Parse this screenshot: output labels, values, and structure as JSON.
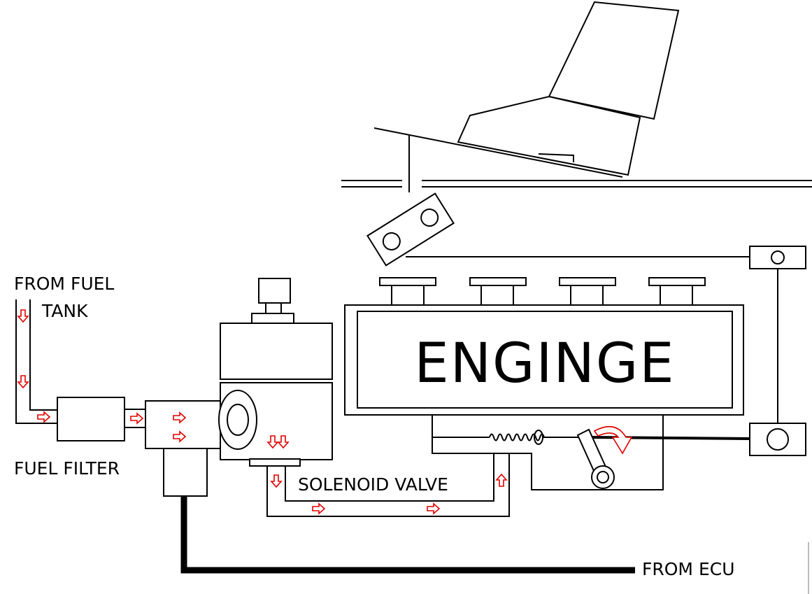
{
  "labels": {
    "from_fuel_tank_line1": "FROM FUEL",
    "from_fuel_tank_line2": "TANK",
    "fuel_filter": "FUEL FILTER",
    "solenoid_valve": "SOLENOID VALVE",
    "engine": "ENGINGE",
    "from_ecu": "FROM ECU"
  },
  "colors": {
    "flow_arrow": "#e00000",
    "line": "#000000",
    "background": "#ffffff"
  },
  "icons": [
    "flow-arrow-icon",
    "spring-icon",
    "rotation-arrow-icon"
  ]
}
